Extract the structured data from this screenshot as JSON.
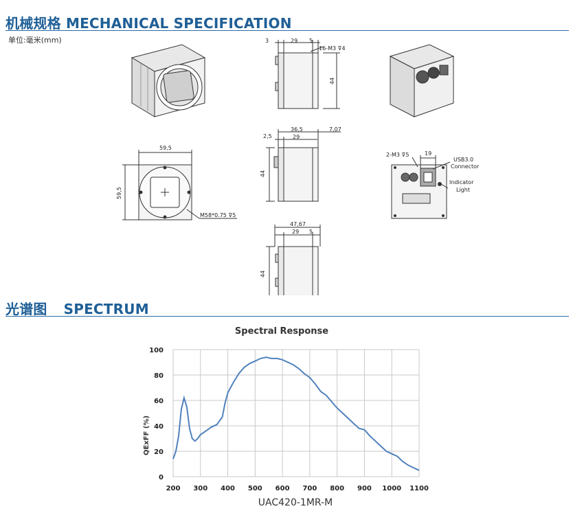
{
  "mechanical": {
    "title": "机械规格 MECHANICAL SPECIFICATION",
    "unit": "单位:毫米(mm)",
    "side_top": {
      "d1": "3",
      "d2": "29",
      "d3": "5",
      "thread": "16-M3 ⊽4",
      "height": "44"
    },
    "side_mid": {
      "total": "36,5",
      "d1": "2,5",
      "d2": "29",
      "lens": "7,07",
      "height": "44"
    },
    "side_bot": {
      "total": "47,67",
      "d1": "29",
      "d2": "5",
      "height": "44"
    },
    "front": {
      "width": "59,5",
      "height": "59,5",
      "mount": "M58*0.75 ⊽5"
    },
    "rear": {
      "thread": "2-M3 ⊽5",
      "width": "19",
      "usb": "USB3.0",
      "connector": "Connector",
      "indicator": "Indicator",
      "light": "Light"
    }
  },
  "spectrum": {
    "title_cn": "光谱图",
    "title_en": "SPECTRUM"
  },
  "chart_data": {
    "type": "line",
    "title": "Spectral Response",
    "xlabel": "UAC420-1MR-M",
    "ylabel": "QExFF  (%)",
    "xlim": [
      200,
      1100
    ],
    "ylim": [
      0,
      100
    ],
    "xticks": [
      200,
      300,
      400,
      500,
      600,
      700,
      800,
      900,
      1000,
      1100
    ],
    "yticks": [
      0,
      20,
      40,
      60,
      80,
      100
    ],
    "grid": true,
    "series": [
      {
        "color": "#4f81bd",
        "x": [
          200,
          210,
          220,
          230,
          240,
          250,
          260,
          270,
          280,
          290,
          300,
          320,
          340,
          360,
          380,
          390,
          400,
          410,
          420,
          440,
          460,
          480,
          500,
          520,
          540,
          560,
          580,
          600,
          620,
          640,
          660,
          680,
          700,
          720,
          740,
          760,
          780,
          800,
          820,
          840,
          860,
          880,
          900,
          920,
          940,
          960,
          980,
          1000,
          1020,
          1040,
          1060,
          1080,
          1100
        ],
        "y": [
          14,
          20,
          32,
          53,
          62,
          55,
          38,
          30,
          28,
          30,
          33,
          36,
          39,
          41,
          47,
          58,
          66,
          70,
          74,
          81,
          86,
          89,
          91,
          93,
          94,
          93,
          93,
          92,
          90,
          88,
          85,
          81,
          78,
          73,
          67,
          64,
          59,
          54,
          50,
          46,
          42,
          38,
          37,
          32,
          28,
          24,
          20,
          18,
          16,
          12,
          9,
          7,
          5
        ]
      }
    ]
  }
}
